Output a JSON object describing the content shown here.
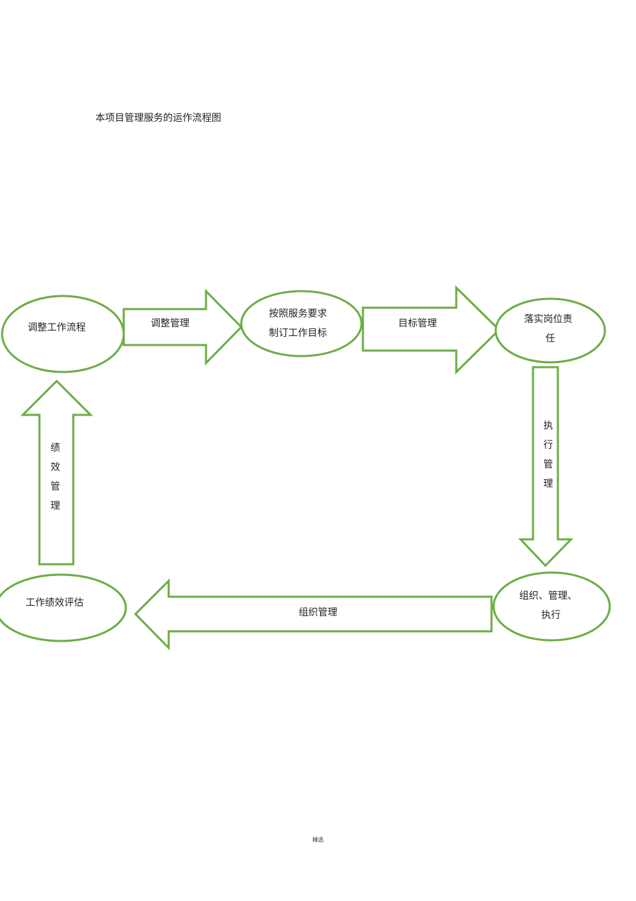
{
  "title": "本项目管理服务的运作流程图",
  "footer": "精选",
  "colors": {
    "outline": "#6cad46",
    "fill": "#ffffff",
    "text": "#222222"
  },
  "nodes": {
    "adjust_workflow": [
      "调整工作流程"
    ],
    "set_goals": [
      "按照服务要求",
      "制订工作目标"
    ],
    "implement_responsibility": [
      "落实岗位责",
      "任"
    ],
    "organize_manage_execute": [
      "组织、管理、",
      "执行"
    ],
    "performance_evaluation": [
      "工作绩效评估"
    ]
  },
  "arrows": {
    "adjust_management": [
      "调整管理"
    ],
    "goal_management": [
      "目标管理"
    ],
    "execution_management": [
      "执",
      "行",
      "管",
      "理"
    ],
    "organization_management": [
      "组织管理"
    ],
    "performance_management": [
      "绩",
      "效",
      "管",
      "理"
    ]
  }
}
